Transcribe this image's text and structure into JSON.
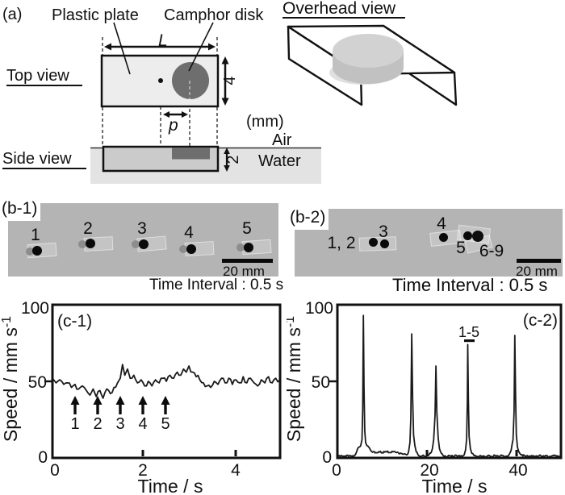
{
  "figure": {
    "panel_a": {
      "label": "(a)",
      "plastic_plate_label": "Plastic plate",
      "camphor_disk_label": "Camphor disk",
      "overhead_view_label": "Overhead view",
      "top_view_label": "Top view",
      "side_view_label": "Side view",
      "dim_length": "L",
      "dim_offset": "p",
      "dim_width_mm": "4",
      "dim_thickness_mm": "2",
      "units_label": "(mm)",
      "air_label": "Air",
      "water_label": "Water",
      "colors": {
        "plate_top": "#ededed",
        "camphor": "#6e6e6e",
        "plate_side": "#cbcbcb",
        "water": "#e3e3e3",
        "strip_bg": "#b4b4b4"
      }
    },
    "panel_b1": {
      "label": "(b-1)",
      "markers": [
        "1",
        "2",
        "3",
        "4",
        "5"
      ],
      "scale_bar": "20 mm",
      "caption": "Time Interval : 0.5 s"
    },
    "panel_b2": {
      "label": "(b-2)",
      "markers": [
        "1, 2",
        "3",
        "4",
        "5",
        "6-9"
      ],
      "scale_bar": "20 mm",
      "caption": "Time Interval : 0.5 s"
    }
  },
  "chart_data": [
    {
      "type": "line",
      "title": "(c-1)",
      "xlabel": "Time / s",
      "ylabel_main": "Speed / mm s",
      "ylabel_sup": "-1",
      "xlim": [
        0,
        5.05
      ],
      "ylim": [
        0,
        100
      ],
      "xticks": [
        0,
        2,
        4
      ],
      "yticks": [
        0,
        50,
        100
      ],
      "xtick_labels": [
        "0",
        "2",
        "4"
      ],
      "ytick_labels": [
        "100",
        "50",
        "0"
      ],
      "grid": false,
      "annotations": {
        "labels": [
          "1",
          "2",
          "3",
          "4",
          "5"
        ],
        "t": [
          0.5,
          1.0,
          1.5,
          2.0,
          2.5
        ]
      },
      "seed": 11,
      "sample_dt": 0.035,
      "noise": 2.0,
      "vmin": 0,
      "keypoints": [
        [
          0,
          52
        ],
        [
          0.08,
          49
        ],
        [
          0.16,
          51
        ],
        [
          0.25,
          48
        ],
        [
          0.33,
          49
        ],
        [
          0.42,
          46
        ],
        [
          0.5,
          48
        ],
        [
          0.58,
          45
        ],
        [
          0.66,
          47
        ],
        [
          0.75,
          44
        ],
        [
          0.83,
          41
        ],
        [
          0.9,
          45
        ],
        [
          0.97,
          40
        ],
        [
          1.05,
          44
        ],
        [
          1.12,
          39
        ],
        [
          1.2,
          45
        ],
        [
          1.28,
          42
        ],
        [
          1.36,
          46
        ],
        [
          1.44,
          49
        ],
        [
          1.5,
          52
        ],
        [
          1.55,
          61
        ],
        [
          1.6,
          54
        ],
        [
          1.66,
          58
        ],
        [
          1.72,
          52
        ],
        [
          1.8,
          54
        ],
        [
          1.88,
          49
        ],
        [
          1.96,
          51
        ],
        [
          2.04,
          47
        ],
        [
          2.12,
          50
        ],
        [
          2.2,
          47
        ],
        [
          2.28,
          51
        ],
        [
          2.36,
          49
        ],
        [
          2.44,
          52
        ],
        [
          2.52,
          50
        ],
        [
          2.6,
          54
        ],
        [
          2.68,
          52
        ],
        [
          2.76,
          56
        ],
        [
          2.84,
          54
        ],
        [
          2.9,
          58
        ],
        [
          2.96,
          56
        ],
        [
          3.02,
          60
        ],
        [
          3.1,
          56
        ],
        [
          3.18,
          53
        ],
        [
          3.26,
          51
        ],
        [
          3.34,
          49
        ],
        [
          3.42,
          47
        ],
        [
          3.5,
          46
        ],
        [
          3.58,
          50
        ],
        [
          3.66,
          48
        ],
        [
          3.74,
          52
        ],
        [
          3.82,
          49
        ],
        [
          3.9,
          52
        ],
        [
          3.98,
          48
        ],
        [
          4.06,
          51
        ],
        [
          4.14,
          49
        ],
        [
          4.22,
          53
        ],
        [
          4.3,
          49
        ],
        [
          4.38,
          52
        ],
        [
          4.46,
          49
        ],
        [
          4.54,
          47
        ],
        [
          4.62,
          51
        ],
        [
          4.7,
          49
        ],
        [
          4.78,
          53
        ],
        [
          4.86,
          49
        ],
        [
          4.94,
          52
        ],
        [
          5.03,
          51
        ]
      ]
    },
    {
      "type": "line",
      "title": "(c-2)",
      "xlabel": "Time / s",
      "ylabel_main": "Speed / mm s",
      "ylabel_sup": "-1",
      "xlim": [
        0,
        49.6
      ],
      "ylim": [
        0,
        100
      ],
      "xticks": [
        0,
        20,
        40
      ],
      "yticks": [
        0,
        50,
        100
      ],
      "xtick_labels": [
        "0",
        "20",
        "40"
      ],
      "ytick_labels": [
        "100",
        "50",
        "0"
      ],
      "grid": false,
      "annotation": {
        "label": "1-5",
        "t": 29.1
      },
      "peaks": [
        {
          "t": 5.8,
          "v": 93
        },
        {
          "t": 16.6,
          "v": 81
        },
        {
          "t": 22.0,
          "v": 60
        },
        {
          "t": 29.1,
          "v": 74
        },
        {
          "t": 39.6,
          "v": 80
        }
      ],
      "seed": 5,
      "sample_dt": 0.18,
      "noise": 0.6,
      "vmin": 0.2,
      "keypoints": [
        [
          0,
          1
        ],
        [
          0.8,
          1.5
        ],
        [
          1.6,
          1
        ],
        [
          2.4,
          1.5
        ],
        [
          3.2,
          1
        ],
        [
          4,
          2
        ],
        [
          4.4,
          5
        ],
        [
          4.8,
          7
        ],
        [
          5.2,
          8
        ],
        [
          5.5,
          12
        ],
        [
          5.65,
          32
        ],
        [
          5.8,
          93
        ],
        [
          5.95,
          46
        ],
        [
          6.1,
          18
        ],
        [
          6.3,
          10
        ],
        [
          6.6,
          8
        ],
        [
          7,
          7
        ],
        [
          7.4,
          5
        ],
        [
          8,
          4
        ],
        [
          8.6,
          3.5
        ],
        [
          9.2,
          4
        ],
        [
          10,
          3.5
        ],
        [
          10.8,
          4.2
        ],
        [
          11.6,
          3.5
        ],
        [
          12.4,
          4
        ],
        [
          13.2,
          3.5
        ],
        [
          14,
          3
        ],
        [
          14.8,
          2.5
        ],
        [
          15.5,
          2
        ],
        [
          15.9,
          4
        ],
        [
          16.2,
          10
        ],
        [
          16.4,
          26
        ],
        [
          16.6,
          81
        ],
        [
          16.8,
          40
        ],
        [
          17,
          15
        ],
        [
          17.3,
          8
        ],
        [
          17.6,
          4
        ],
        [
          18,
          2
        ],
        [
          18.5,
          1
        ],
        [
          19,
          1.5
        ],
        [
          19.6,
          1
        ],
        [
          20.2,
          1.5
        ],
        [
          20.8,
          3
        ],
        [
          21.2,
          6
        ],
        [
          21.5,
          12
        ],
        [
          21.8,
          28
        ],
        [
          22,
          60
        ],
        [
          22.2,
          30
        ],
        [
          22.5,
          13
        ],
        [
          22.8,
          6
        ],
        [
          23.2,
          3
        ],
        [
          23.6,
          1.5
        ],
        [
          24.2,
          1
        ],
        [
          25,
          1.5
        ],
        [
          25.8,
          1
        ],
        [
          26.6,
          1.5
        ],
        [
          27.4,
          1
        ],
        [
          28,
          1.2
        ],
        [
          28.3,
          2
        ],
        [
          28.6,
          5
        ],
        [
          28.85,
          12
        ],
        [
          29,
          36
        ],
        [
          29.1,
          74
        ],
        [
          29.25,
          38
        ],
        [
          29.4,
          14
        ],
        [
          29.7,
          6
        ],
        [
          30,
          3
        ],
        [
          30.5,
          1.5
        ],
        [
          31.2,
          1
        ],
        [
          32,
          1.5
        ],
        [
          32.8,
          1
        ],
        [
          33.6,
          1.5
        ],
        [
          34.4,
          1
        ],
        [
          35.2,
          1.5
        ],
        [
          36,
          1
        ],
        [
          36.8,
          1.5
        ],
        [
          37.6,
          1
        ],
        [
          38.3,
          2
        ],
        [
          38.8,
          5
        ],
        [
          39.2,
          12
        ],
        [
          39.45,
          30
        ],
        [
          39.6,
          80
        ],
        [
          39.78,
          40
        ],
        [
          39.95,
          15
        ],
        [
          40.2,
          7
        ],
        [
          40.5,
          4
        ],
        [
          41,
          2
        ],
        [
          41.8,
          1.5
        ],
        [
          42.6,
          1
        ],
        [
          43.4,
          1.5
        ],
        [
          44.2,
          1
        ],
        [
          45,
          1.5
        ],
        [
          45.8,
          1
        ],
        [
          46.6,
          1.5
        ],
        [
          47.4,
          1
        ],
        [
          48.2,
          1.5
        ],
        [
          49,
          1
        ],
        [
          49.6,
          1.2
        ]
      ]
    }
  ]
}
